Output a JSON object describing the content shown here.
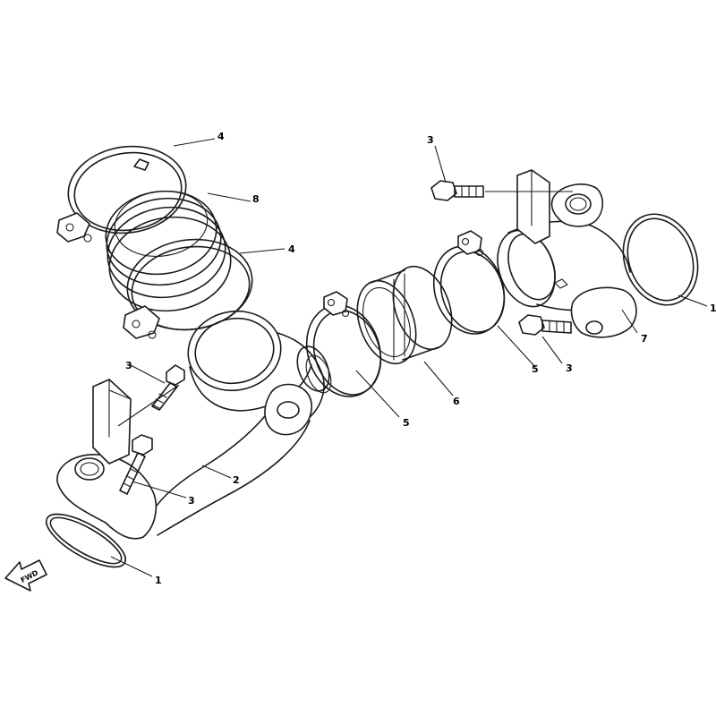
{
  "diagram": {
    "callouts": [
      "4",
      "8",
      "4",
      "3",
      "1",
      "7",
      "5",
      "3",
      "6",
      "5",
      "3",
      "2",
      "3",
      "1"
    ],
    "direction_label": "FWD"
  }
}
